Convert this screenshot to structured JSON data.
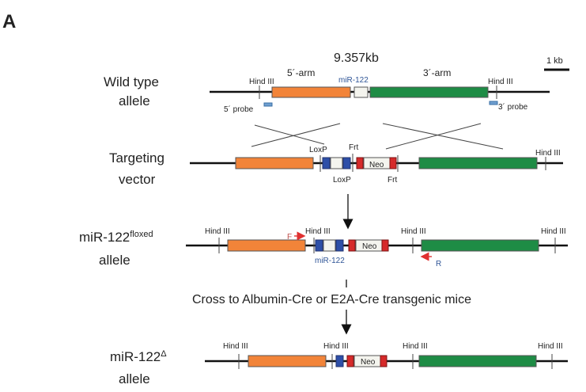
{
  "panel_label": "A",
  "size_label": "9.357kb",
  "scale_label": "1 kb",
  "alleles": {
    "wild_type": {
      "line1": "Wild type",
      "line2": "allele"
    },
    "targeting": {
      "line1": "Targeting",
      "line2": "vector"
    },
    "floxed": {
      "prefix": "miR-122",
      "sup": "floxed",
      "line2": "allele"
    },
    "delta": {
      "prefix": "miR-122",
      "sup": "Δ",
      "line2": "allele"
    }
  },
  "labels": {
    "five_arm": "5´-arm",
    "three_arm": "3´-arm",
    "mir122": "miR-122",
    "hind3": "Hind III",
    "five_probe": "5´ probe",
    "three_probe": "3´ probe",
    "loxp": "LoxP",
    "frt": "Frt",
    "neo": "Neo",
    "primer_f": "F",
    "primer_r": "R"
  },
  "cross_text": "Cross to Albumin-Cre or E2A-Cre transgenic mice",
  "colors": {
    "arm5": "#f28439",
    "arm3": "#1e8c45",
    "loxp": "#2e4fa8",
    "frt": "#d62a2a",
    "probe": "#6f9fd0",
    "primer": "#e03030"
  }
}
